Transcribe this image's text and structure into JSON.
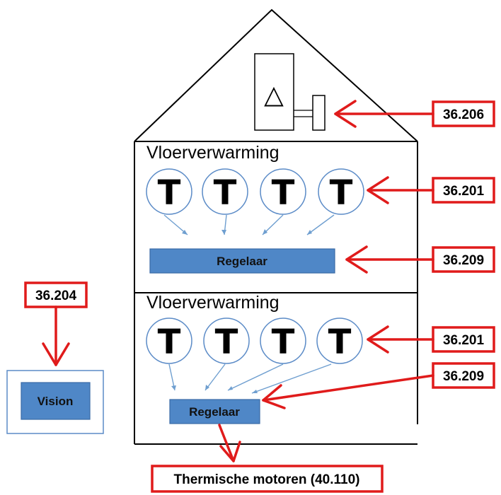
{
  "floors": [
    {
      "title": "Vloerverwarming",
      "thermostats": [
        "T",
        "T",
        "T",
        "T"
      ],
      "controller_label": "Regelaar"
    },
    {
      "title": "Vloerverwarming",
      "thermostats": [
        "T",
        "T",
        "T",
        "T"
      ],
      "controller_label": "Regelaar"
    }
  ],
  "attic": {
    "device_symbol": "△"
  },
  "vision": {
    "label": "Vision",
    "code": "36.204"
  },
  "labels": {
    "attic_unit": "36.206",
    "floor1_thermostats": "36.201",
    "floor1_controller": "36.209",
    "floor2_thermostats": "36.201",
    "floor2_controller": "36.209",
    "motors": "Thermische motoren (40.110)"
  },
  "colors": {
    "label_border": "#e01b1b",
    "controller_fill": "#4f87c7",
    "thermostat_outline": "#5b8bc7",
    "house_outline": "#000000"
  }
}
